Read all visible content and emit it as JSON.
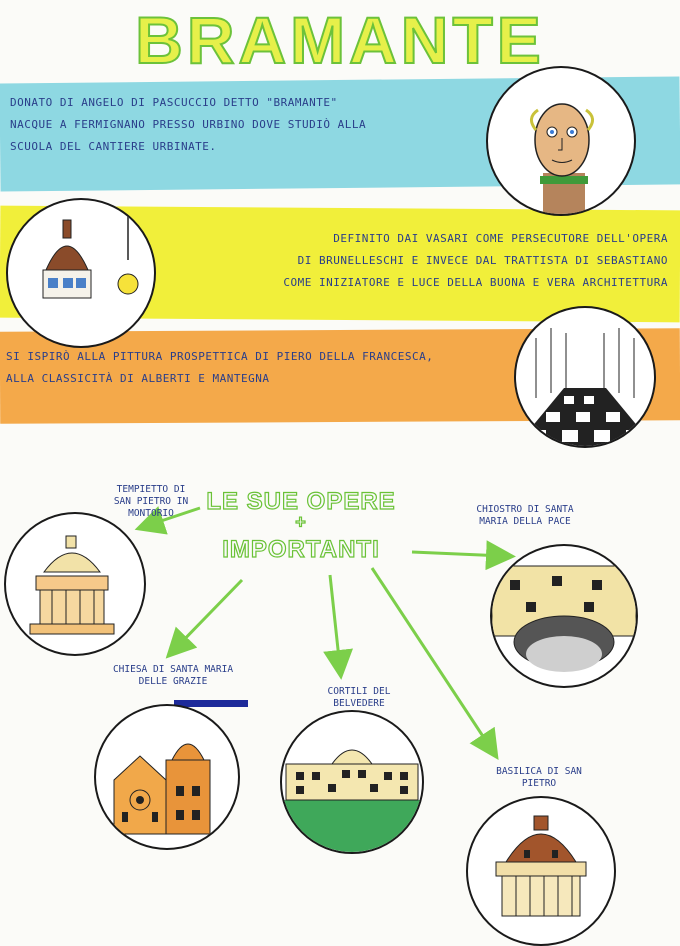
{
  "title": "BRAMANTE",
  "bio": {
    "line1": "Donato di Angelo di Pascuccio detto \"Bramante\"",
    "line2": "Nacque a Fermignano presso Urbino dove studiò alla",
    "line3": "scuola del cantiere urbinate."
  },
  "vasari": {
    "line1": "Definito dai Vasari come persecutore dell'opera",
    "line2": "di Brunelleschi e invece dal trattista di Sebastiano",
    "line3": "come iniziatore e luce della buona e vera Architettura"
  },
  "inspiration": {
    "line1": "Si ispirò alla pittura prospettica di Piero della Francesca,",
    "line2": "alla classicità di Alberti e Mantegna"
  },
  "works": {
    "heading_line1": "LE SUE OPERE",
    "plus": "+",
    "heading_line2": "IMPORTANTI",
    "tempietto": "Tempietto di San Pietro in Montorio",
    "chiostro": "Chiostro di Santa Maria della Pace",
    "chiesa": "Chiesa di Santa Maria delle Grazie",
    "cortili": "Cortili del Belvedere",
    "basilica": "Basilica di San Pietro"
  },
  "colors": {
    "blue_band": "#8ed8e2",
    "yellow_band": "#f1ef3a",
    "orange_band": "#f4a94a",
    "title_fill": "#e6f04a",
    "title_stroke": "#6cc23a",
    "arrow_green": "#7ccf4a",
    "ink_blue": "#2a3e8a"
  }
}
